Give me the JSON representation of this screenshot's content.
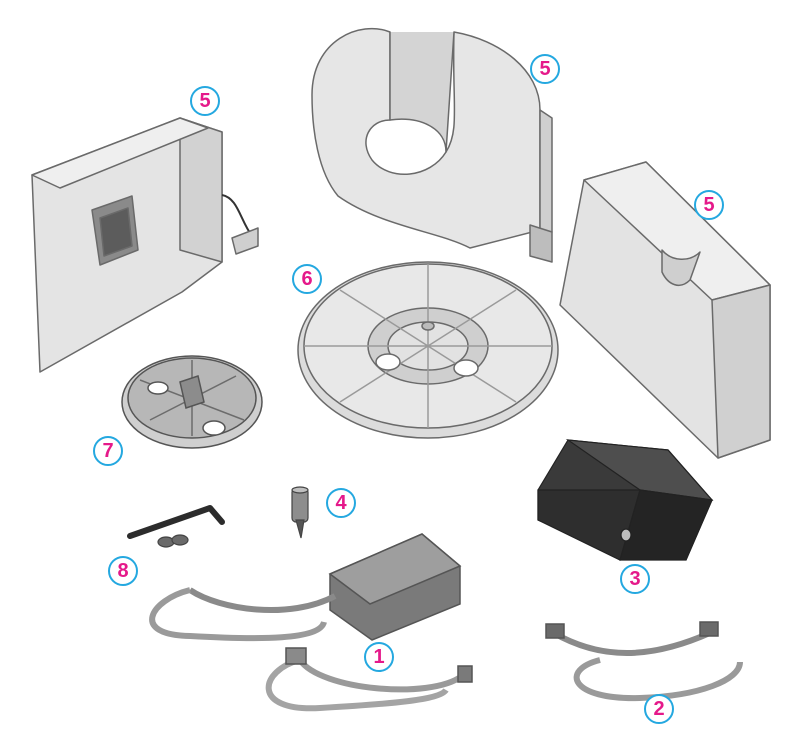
{
  "callouts": {
    "c1": "1",
    "c2": "2",
    "c3": "3",
    "c4": "4",
    "c5a": "5",
    "c5b": "5",
    "c5c": "5",
    "c6": "6",
    "c7": "7",
    "c8": "8"
  },
  "colors": {
    "callout_text": "#e5198a",
    "callout_ring": "#24a8e0",
    "part_fill": "#e6e6e6",
    "part_stroke": "#6a6a6a",
    "dark_part": "#3c3c3c"
  },
  "icons": [
    "left-cover-icon",
    "top-cover-icon",
    "right-cover-icon",
    "spindle-platter-icon",
    "hub-icon",
    "hex-key-icon",
    "screws-icon",
    "pen-cartridge-icon",
    "print-cartridge-icon",
    "power-adapter-icon",
    "power-cord-icon",
    "usb-cable-icon"
  ]
}
